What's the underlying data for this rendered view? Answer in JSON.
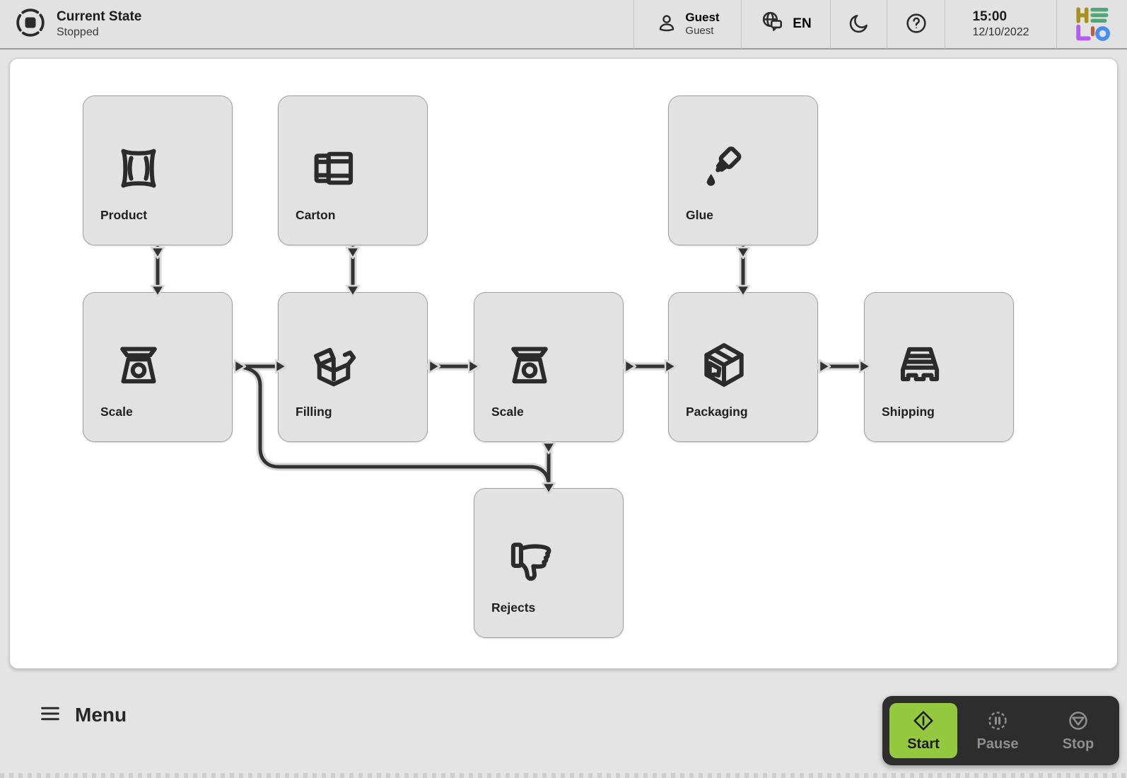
{
  "header": {
    "state": {
      "title": "Current State",
      "value": "Stopped",
      "icon": "stop-state-icon"
    },
    "user": {
      "name": "Guest",
      "role": "Guest",
      "icon": "user-icon"
    },
    "language": {
      "code": "EN",
      "icon": "globe-chat-icon"
    },
    "theme_icon": "moon-icon",
    "help_icon": "question-icon",
    "clock": {
      "time": "15:00",
      "date": "12/10/2022"
    },
    "logo_text": "HELIO"
  },
  "flow": {
    "nodes": [
      {
        "id": "product",
        "label": "Product",
        "icon": "bag-icon"
      },
      {
        "id": "carton",
        "label": "Carton",
        "icon": "carton-icon"
      },
      {
        "id": "glue",
        "label": "Glue",
        "icon": "glue-icon"
      },
      {
        "id": "scale1",
        "label": "Scale",
        "icon": "scale-icon"
      },
      {
        "id": "filling",
        "label": "Filling",
        "icon": "open-box-icon"
      },
      {
        "id": "scale2",
        "label": "Scale",
        "icon": "scale-icon"
      },
      {
        "id": "packaging",
        "label": "Packaging",
        "icon": "package-icon"
      },
      {
        "id": "shipping",
        "label": "Shipping",
        "icon": "pallet-icon"
      },
      {
        "id": "rejects",
        "label": "Rejects",
        "icon": "thumbs-down-icon"
      }
    ],
    "edges": [
      {
        "from": "product",
        "to": "scale1"
      },
      {
        "from": "carton",
        "to": "filling"
      },
      {
        "from": "glue",
        "to": "packaging"
      },
      {
        "from": "scale1",
        "to": "filling"
      },
      {
        "from": "filling",
        "to": "scale2"
      },
      {
        "from": "scale2",
        "to": "packaging"
      },
      {
        "from": "packaging",
        "to": "shipping"
      },
      {
        "from": "scale1",
        "to": "rejects"
      },
      {
        "from": "scale2",
        "to": "rejects"
      }
    ]
  },
  "footer": {
    "menu_label": "Menu",
    "start_label": "Start",
    "pause_label": "Pause",
    "stop_label": "Stop"
  },
  "colors": {
    "accent_green": "#94c83e",
    "panel_dark": "#2d2d2d",
    "disabled_gray": "#8e8e8e",
    "line_dark": "#333333",
    "card_gray": "#e2e2e2",
    "logo_gold": "#a8911d",
    "logo_green": "#4fa878",
    "logo_purple": "#b55bf2",
    "logo_orange": "#c75b32",
    "logo_blue": "#4a8df2"
  }
}
